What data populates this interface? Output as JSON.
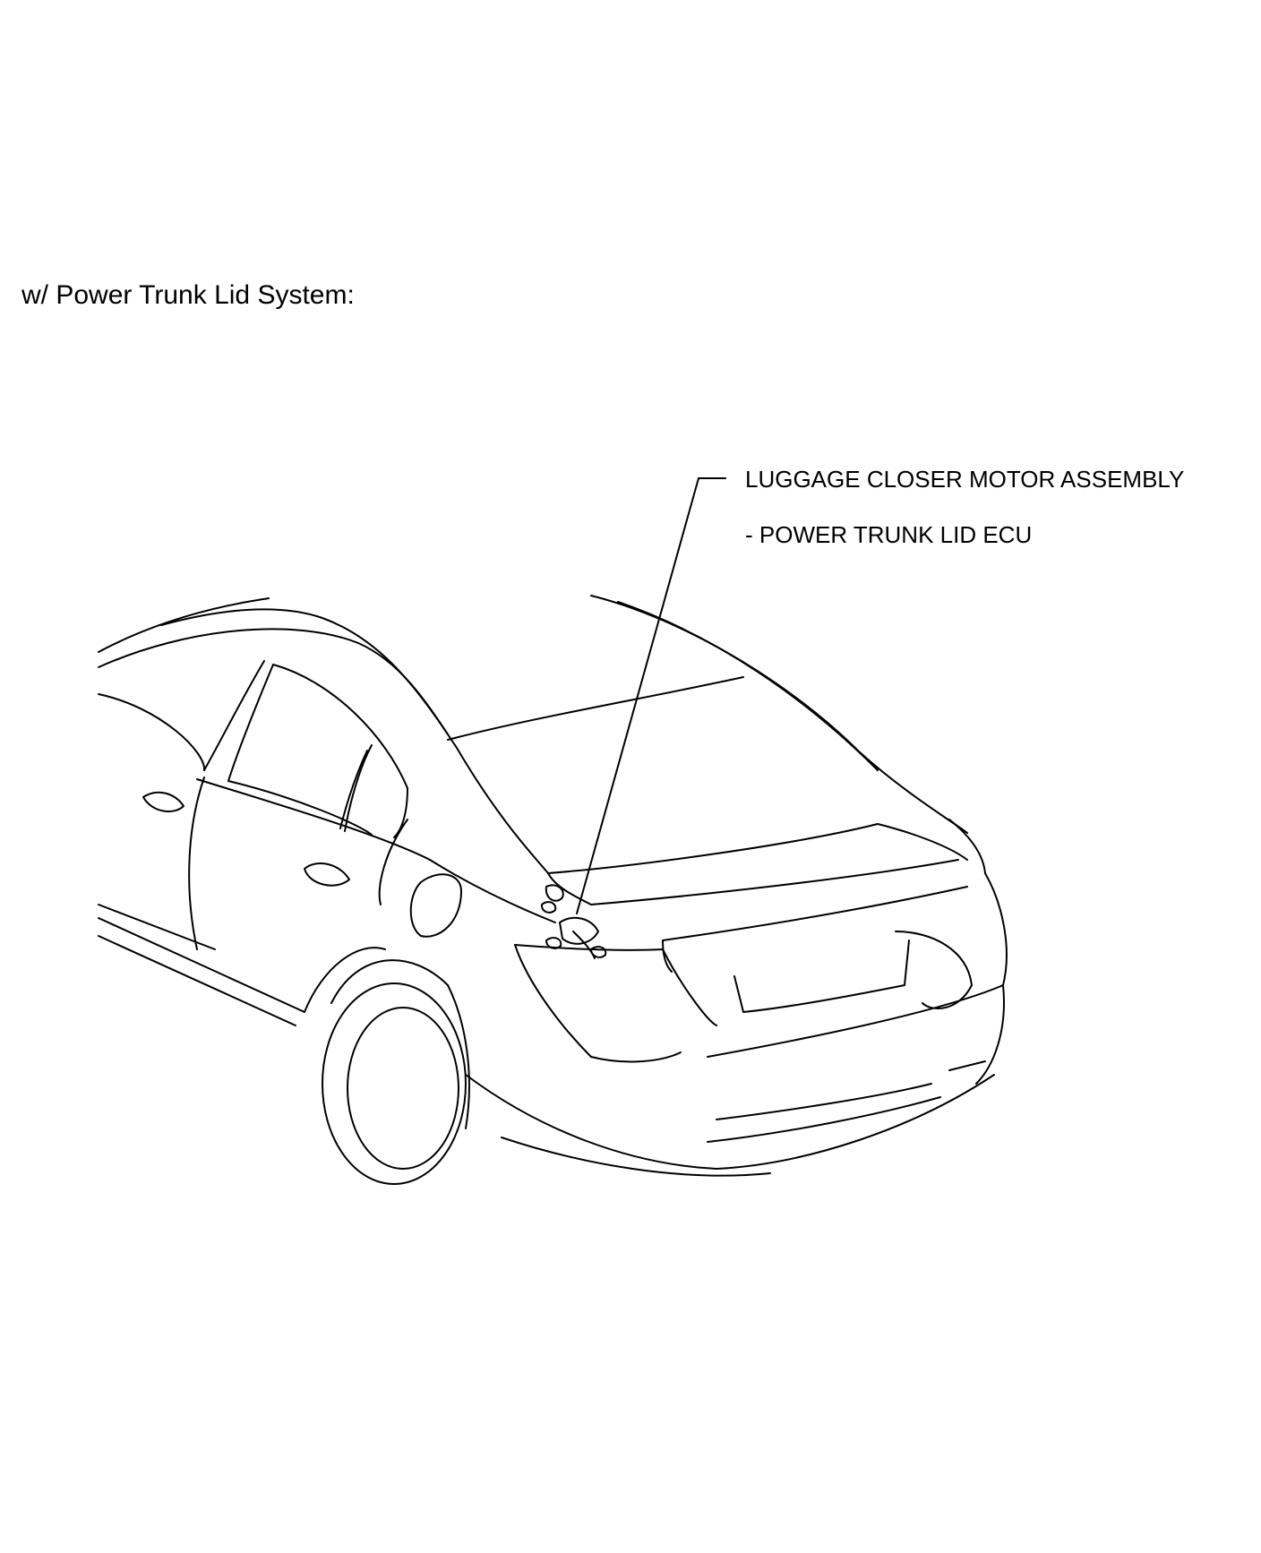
{
  "heading": "w/ Power Trunk Lid System:",
  "callouts": {
    "primary": "LUGGAGE CLOSER MOTOR ASSEMBLY",
    "secondary": "- POWER TRUNK LID ECU"
  },
  "colors": {
    "line": "#000000",
    "background": "#ffffff"
  }
}
